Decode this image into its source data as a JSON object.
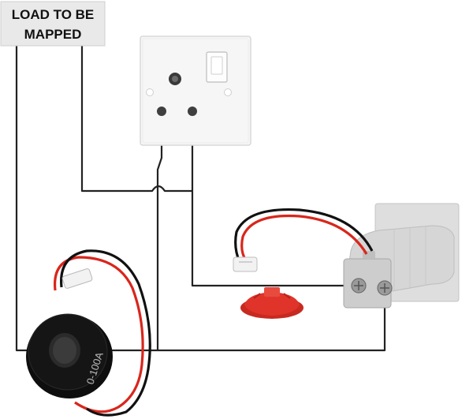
{
  "load_label": {
    "line1": "LOAD TO BE",
    "line2": "MAPPED"
  },
  "current_transformer": {
    "rating_text": "0-100A",
    "body_color": "#151515",
    "connector_color": "#f2f2f2"
  },
  "socket": {
    "plate_color": "#f7f7f7",
    "pin_color": "#3f3f3f"
  },
  "meter": {
    "body_color": "#d9d9d9",
    "terminal_color": "#8f8f8f"
  },
  "cap": {
    "color": "#e0342a"
  },
  "wiring": {
    "wire_color": "#222222",
    "red_wire_color": "#d9261c",
    "black_wire_color": "#111111"
  }
}
